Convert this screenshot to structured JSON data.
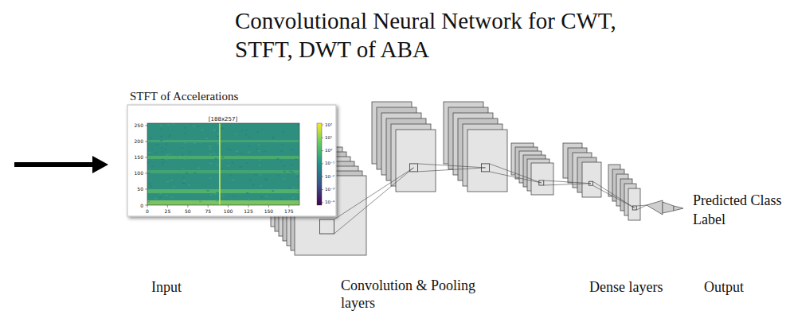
{
  "diagram": {
    "title": "Convolutional Neural Network for CWT, STFT, DWT of ABA",
    "labels": [
      "STFT of Accelerations",
      "[188x257]",
      "0",
      "50",
      "100",
      "150",
      "200",
      "250",
      "0",
      "25",
      "50",
      "75",
      "100",
      "125",
      "150",
      "175",
      "10²",
      "10¹",
      "10⁰",
      "10⁻¹",
      "10⁻²",
      "10⁻³",
      "10⁻⁴",
      "Input",
      "Convolution & Pooling layers",
      "Dense layers",
      "Output",
      "Predicted Class Label"
    ]
  }
}
